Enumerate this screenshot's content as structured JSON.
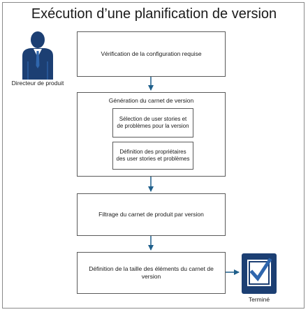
{
  "diagram": {
    "title": "Exécution d’une planification de version",
    "actor": {
      "label": "Directeur de produit",
      "icon": "person-icon"
    },
    "steps": [
      {
        "label": "Vérification de la configuration requise"
      },
      {
        "label": "Génération du carnet de version",
        "substeps": [
          {
            "label": "Sélection de user stories et de problèmes pour la version"
          },
          {
            "label": "Définition des propriétaires des user stories et problèmes"
          }
        ]
      },
      {
        "label": "Filtrage du carnet de produit par version"
      },
      {
        "label": "Définition de la taille des éléments du carnet de version"
      }
    ],
    "end": {
      "label": "Terminé",
      "icon": "checkbox-icon"
    },
    "colors": {
      "arrow": "#1f5f8b",
      "icon_dark": "#1c3f73",
      "icon_mid": "#2f66ad"
    }
  }
}
